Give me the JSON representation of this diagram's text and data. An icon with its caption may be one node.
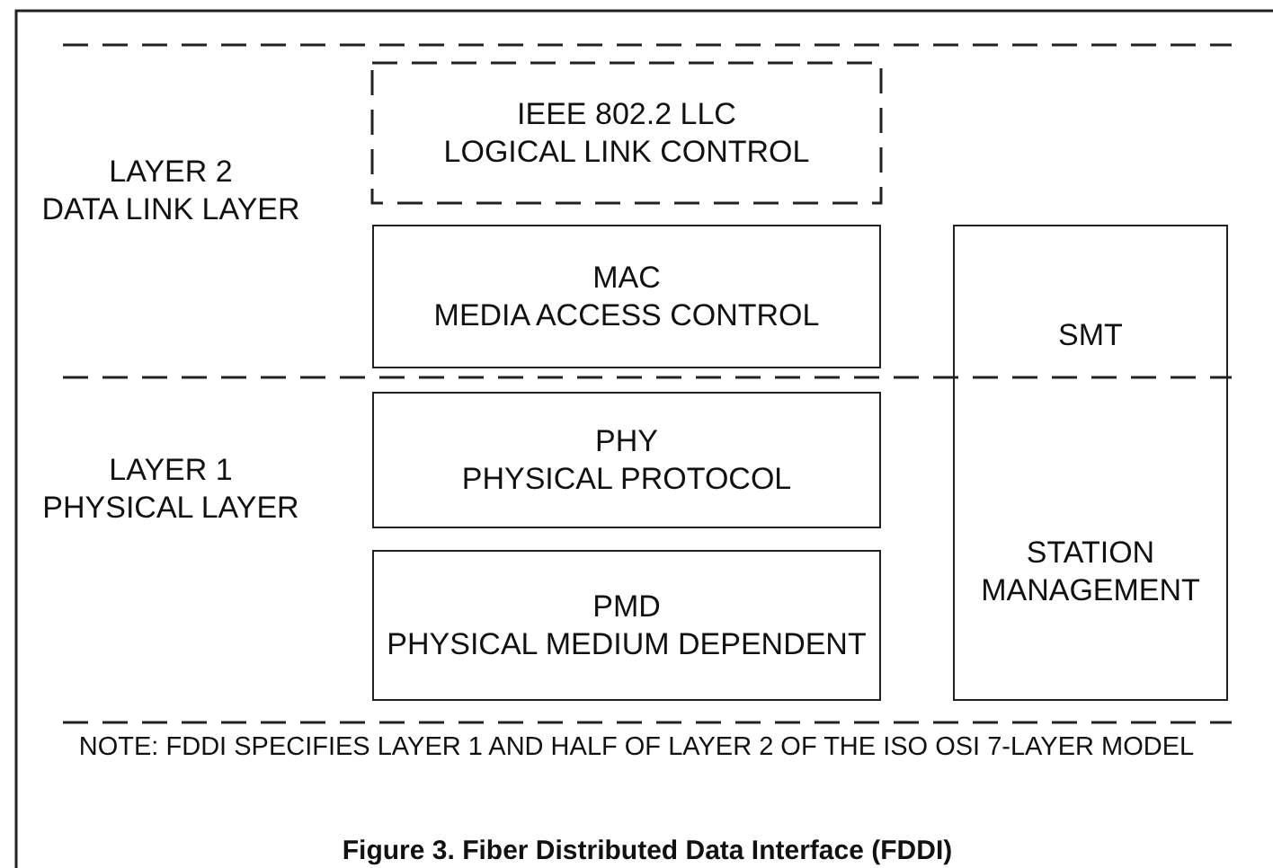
{
  "diagram": {
    "caption": "Figure 3.  Fiber Distributed Data Interface (FDDI)",
    "nodes": [
      {
        "text": [
          "IEEE 802.2 LLC",
          "LOGICAL LINK CONTROL"
        ]
      },
      {
        "text": [
          "MAC",
          "MEDIA ACCESS CONTROL"
        ]
      },
      {
        "text": [
          "PHY",
          "PHYSICAL PROTOCOL"
        ]
      },
      {
        "text": [
          "PMD",
          "PHYSICAL MEDIUM DEPENDENT"
        ]
      },
      {
        "text": [
          "SMT",
          "STATION MANAGEMENT"
        ]
      }
    ],
    "labels": [
      "LAYER 2",
      "DATA LINK LAYER",
      "LAYER 1",
      "PHYSICAL LAYER",
      "NOTE:  FDDI SPECIFIES LAYER 1 AND HALF OF LAYER 2 OF THE ISO OSI 7-LAYER MODEL"
    ]
  }
}
